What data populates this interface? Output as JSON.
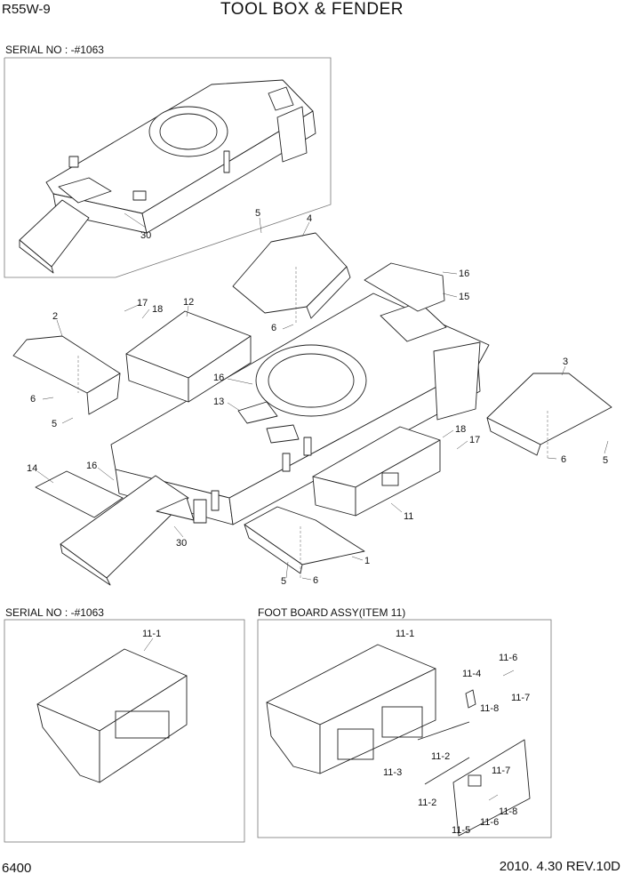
{
  "header": {
    "model": "R55W-9",
    "title": "TOOL BOX & FENDER"
  },
  "captions": {
    "top_serial": "SERIAL NO : -#1063",
    "bottom_serial": "SERIAL NO : -#1063",
    "foot_board": "FOOT BOARD ASSY(ITEM 11)"
  },
  "callouts": {
    "c30a": "30",
    "c5a": "5",
    "c4": "4",
    "c16a": "16",
    "c15": "15",
    "c17a": "17",
    "c18a": "18",
    "c12": "12",
    "c2": "2",
    "c6a": "6",
    "c5b": "5",
    "c6b": "6",
    "c3": "3",
    "c16b": "16",
    "c13": "13",
    "c18b": "18",
    "c17b": "17",
    "c6c": "6",
    "c5c": "5",
    "c14": "14",
    "c16c": "16",
    "c11": "11",
    "c30b": "30",
    "c1": "1",
    "c5d": "5",
    "c6d": "6",
    "b11_1": "11-1",
    "f11_1": "11-1",
    "f11_6a": "11-6",
    "f11_4": "11-4",
    "f11_7a": "11-7",
    "f11_8a": "11-8",
    "f11_2a": "11-2",
    "f11_3": "11-3",
    "f11_7b": "11-7",
    "f11_2b": "11-2",
    "f11_8b": "11-8",
    "f11_6b": "11-6",
    "f11_5": "11-5"
  },
  "footer": {
    "page": "6400",
    "revision": "2010. 4.30  REV.10D"
  }
}
